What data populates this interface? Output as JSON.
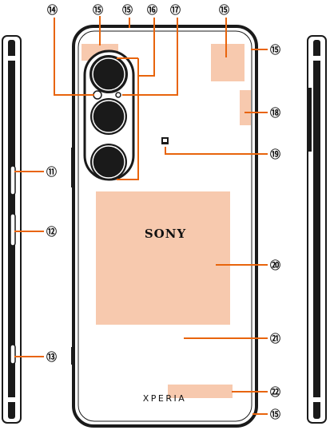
{
  "colors": {
    "outline": "#1a1a1a",
    "accent_line": "#e8640c",
    "highlight_area": "#f7c9ae",
    "background": "#ffffff"
  },
  "brand": {
    "logo_text": "SONY",
    "model_text": "XPERIA"
  },
  "callouts": {
    "c11": "⑪",
    "c12": "⑫",
    "c13": "⑬",
    "c14": "⑭",
    "c15": "⑮",
    "c16": "⑯",
    "c17": "⑰",
    "c18": "⑱",
    "c19": "⑲",
    "c20": "⑳",
    "c21": "㉑",
    "c22": "㉒"
  }
}
